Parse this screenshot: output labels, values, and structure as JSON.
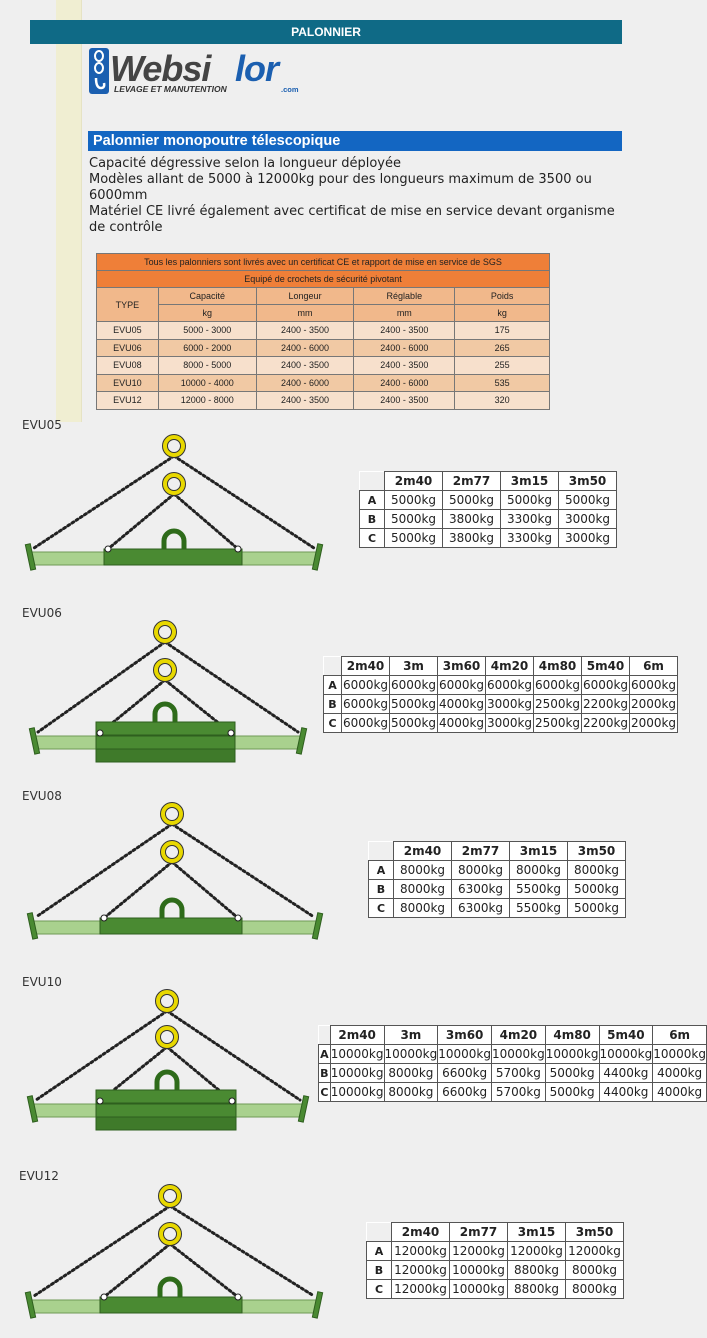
{
  "header": {
    "title": "PALONNIER"
  },
  "logo": {
    "part1": "Websi",
    "part2": "lor",
    "tagline": "LEVAGE ET MANUTENTION",
    "suffix": ".com"
  },
  "section": {
    "title": "Palonnier monopoutre télescopique",
    "lines": [
      "Capacité dégressive selon la longueur déployée",
      "Modèles allant de 5000 à 12000kg pour des longueurs maximum de 3500 ou",
      "6000mm",
      "Matériel CE livré également avec certificat de mise en service devant organisme",
      "de contrôle"
    ]
  },
  "spec": {
    "note1": "Tous les palonniers sont livrés avec un certificat CE et rapport de mise en service de SGS",
    "note2": "Equipé de crochets de sécurité pivotant",
    "headers": [
      "TYPE",
      "Capacité",
      "Longeur",
      "Réglable",
      "Poids"
    ],
    "units": [
      "kg",
      "mm",
      "mm",
      "kg"
    ],
    "rows": [
      [
        "EVU05",
        "5000 - 3000",
        "2400 - 3500",
        "2400 - 3500",
        "175"
      ],
      [
        "EVU06",
        "6000 - 2000",
        "2400 - 6000",
        "2400 - 6000",
        "265"
      ],
      [
        "EVU08",
        "8000 - 5000",
        "2400 - 3500",
        "2400 - 3500",
        "255"
      ],
      [
        "EVU10",
        "10000 - 4000",
        "2400 - 6000",
        "2400 - 6000",
        "535"
      ],
      [
        "EVU12",
        "12000 - 8000",
        "2400 - 3500",
        "2400 - 3500",
        "320"
      ]
    ]
  },
  "models": [
    {
      "name": "EVU05",
      "cols": [
        "2m40",
        "2m77",
        "3m15",
        "3m50"
      ],
      "rows": [
        {
          "label": "A",
          "values": [
            "5000kg",
            "5000kg",
            "5000kg",
            "5000kg"
          ]
        },
        {
          "label": "B",
          "values": [
            "5000kg",
            "3800kg",
            "3300kg",
            "3000kg"
          ]
        },
        {
          "label": "C",
          "values": [
            "5000kg",
            "3800kg",
            "3300kg",
            "3000kg"
          ]
        }
      ]
    },
    {
      "name": "EVU06",
      "cols": [
        "2m40",
        "3m",
        "3m60",
        "4m20",
        "4m80",
        "5m40",
        "6m"
      ],
      "rows": [
        {
          "label": "A",
          "values": [
            "6000kg",
            "6000kg",
            "6000kg",
            "6000kg",
            "6000kg",
            "6000kg",
            "6000kg"
          ]
        },
        {
          "label": "B",
          "values": [
            "6000kg",
            "5000kg",
            "4000kg",
            "3000kg",
            "2500kg",
            "2200kg",
            "2000kg"
          ]
        },
        {
          "label": "C",
          "values": [
            "6000kg",
            "5000kg",
            "4000kg",
            "3000kg",
            "2500kg",
            "2200kg",
            "2000kg"
          ]
        }
      ]
    },
    {
      "name": "EVU08",
      "cols": [
        "2m40",
        "2m77",
        "3m15",
        "3m50"
      ],
      "rows": [
        {
          "label": "A",
          "values": [
            "8000kg",
            "8000kg",
            "8000kg",
            "8000kg"
          ]
        },
        {
          "label": "B",
          "values": [
            "8000kg",
            "6300kg",
            "5500kg",
            "5000kg"
          ]
        },
        {
          "label": "C",
          "values": [
            "8000kg",
            "6300kg",
            "5500kg",
            "5000kg"
          ]
        }
      ]
    },
    {
      "name": "EVU10",
      "cols": [
        "2m40",
        "3m",
        "3m60",
        "4m20",
        "4m80",
        "5m40",
        "6m"
      ],
      "rows": [
        {
          "label": "A",
          "values": [
            "10000kg",
            "10000kg",
            "10000kg",
            "10000kg",
            "10000kg",
            "10000kg",
            "10000kg"
          ]
        },
        {
          "label": "B",
          "values": [
            "10000kg",
            "8000kg",
            "6600kg",
            "5700kg",
            "5000kg",
            "4400kg",
            "4000kg"
          ]
        },
        {
          "label": "C",
          "values": [
            "10000kg",
            "8000kg",
            "6600kg",
            "5700kg",
            "5000kg",
            "4400kg",
            "4000kg"
          ]
        }
      ]
    },
    {
      "name": "EVU12",
      "cols": [
        "2m40",
        "2m77",
        "3m15",
        "3m50"
      ],
      "rows": [
        {
          "label": "A",
          "values": [
            "12000kg",
            "12000kg",
            "12000kg",
            "12000kg"
          ]
        },
        {
          "label": "B",
          "values": [
            "12000kg",
            "10000kg",
            "8800kg",
            "8000kg"
          ]
        },
        {
          "label": "C",
          "values": [
            "12000kg",
            "10000kg",
            "8800kg",
            "8000kg"
          ]
        }
      ]
    }
  ]
}
